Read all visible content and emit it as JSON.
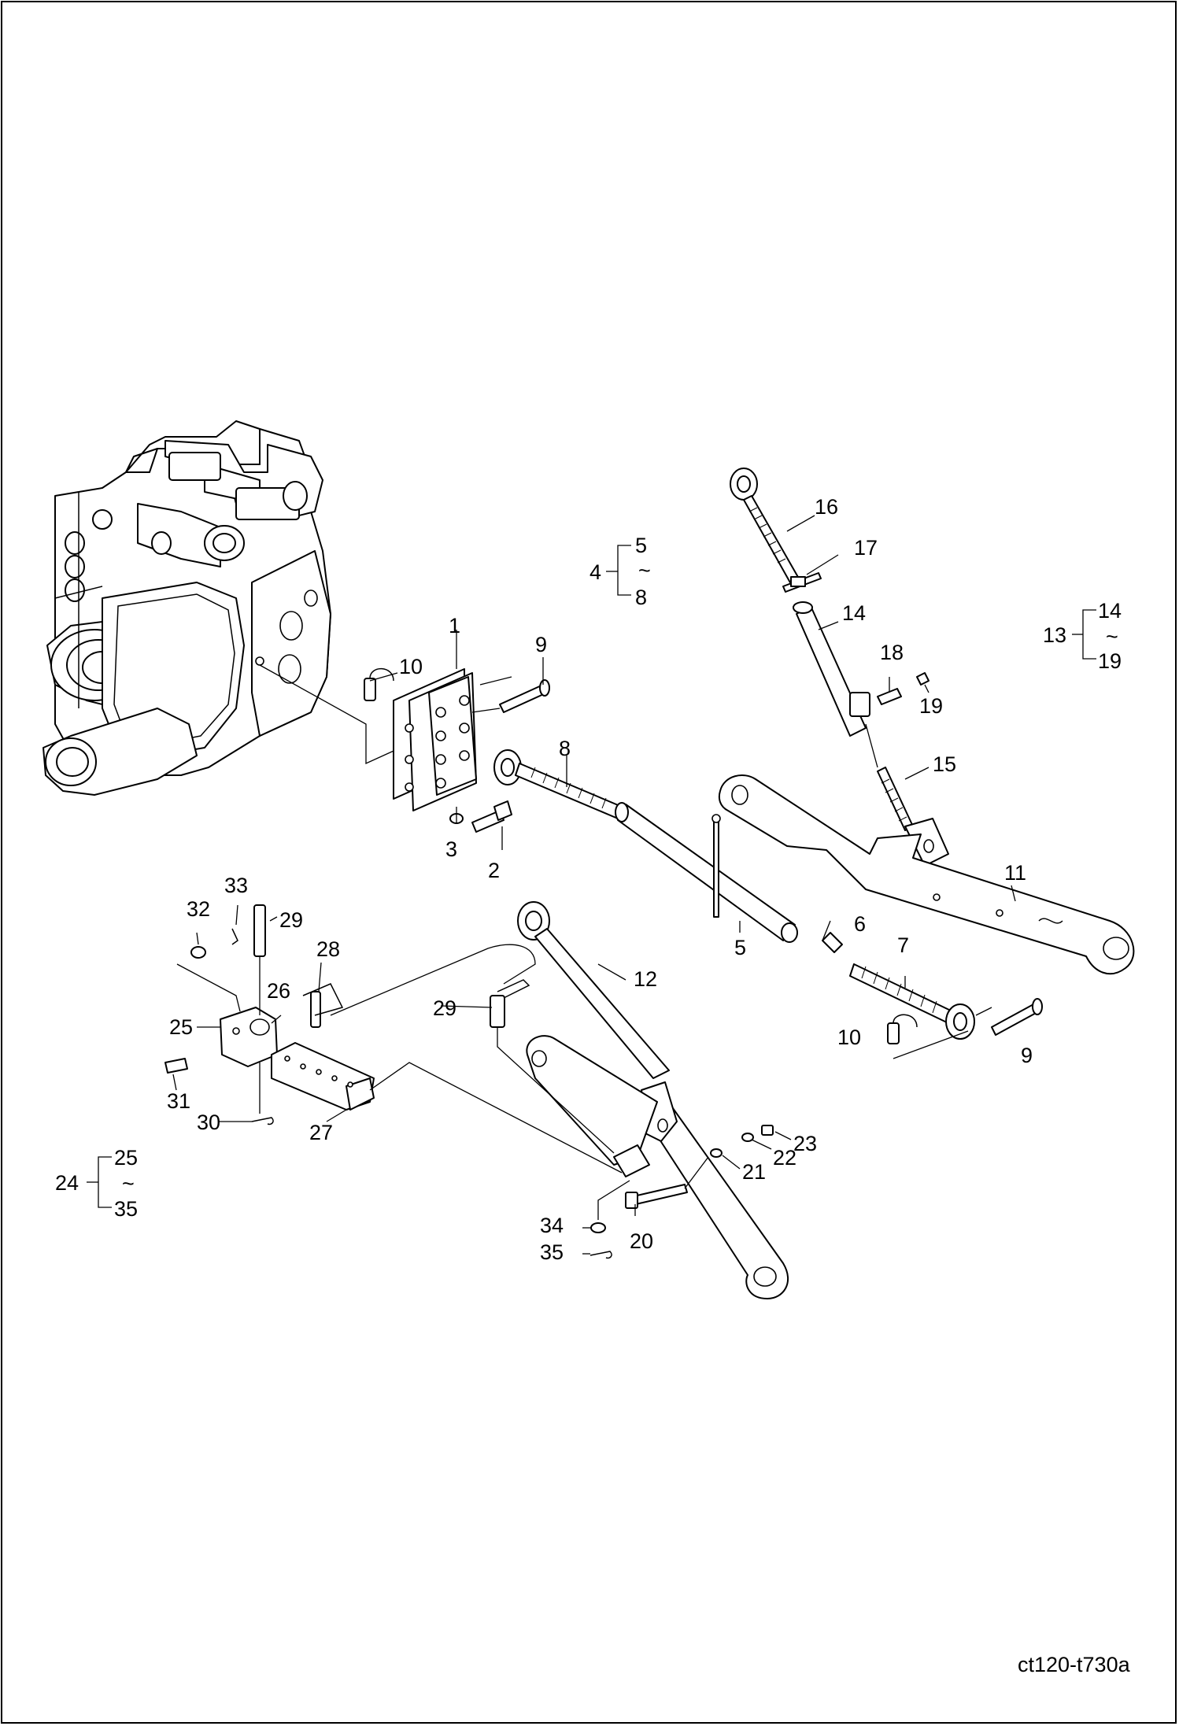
{
  "diagram": {
    "drawing_code": "ct120-t730a",
    "callouts": {
      "c1": "1",
      "c2": "2",
      "c3": "3",
      "c5": "5",
      "c6": "6",
      "c7": "7",
      "c8": "8",
      "c9a": "9",
      "c9b": "9",
      "c10a": "10",
      "c10b": "10",
      "c11": "11",
      "c12": "12",
      "c14": "14",
      "c15": "15",
      "c16": "16",
      "c17": "17",
      "c18": "18",
      "c19": "19",
      "c20": "20",
      "c21": "21",
      "c22": "22",
      "c23": "23",
      "c26": "26",
      "c27": "27",
      "c28": "28",
      "c29a": "29",
      "c29b": "29",
      "c30": "30",
      "c31": "31",
      "c32": "32",
      "c33": "33",
      "c34": "34",
      "c35": "35",
      "c25": "25"
    },
    "groups": [
      {
        "id": "4",
        "from": "5",
        "tilde": "~",
        "to": "8"
      },
      {
        "id": "13",
        "from": "14",
        "tilde": "~",
        "to": "19"
      },
      {
        "id": "24",
        "from": "25",
        "tilde": "~",
        "to": "35"
      }
    ]
  }
}
